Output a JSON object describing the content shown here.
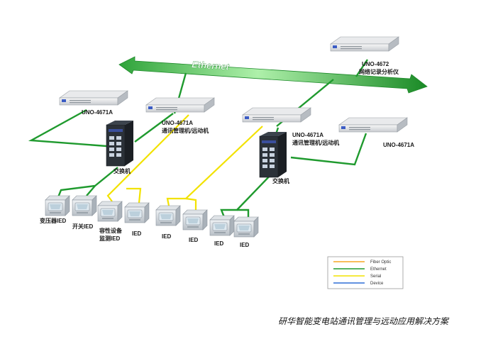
{
  "ethernet_label": "Ethernet",
  "servers": {
    "uno4672": {
      "model": "UNO-4672",
      "role": "网络记录分析仪"
    },
    "uno4671a_left": {
      "model": "UNO-4671A"
    },
    "uno4671a_mgmt1": {
      "model": "UNO-4671A",
      "role": "通讯管理机/远动机"
    },
    "uno4671a_mgmt2": {
      "model": "UNO-4671A",
      "role": "通讯管理机/远动机"
    },
    "uno4671a_right": {
      "model": "UNO-4671A"
    }
  },
  "switches": {
    "left": "交换机",
    "right": "交换机"
  },
  "ieds": [
    {
      "label": "变压器IED"
    },
    {
      "label": "开关IED"
    },
    {
      "label_line1": "容性设备",
      "label_line2": "监测IED"
    },
    {
      "label": "IED"
    },
    {
      "label": "IED"
    },
    {
      "label": "IED"
    },
    {
      "label": "IED"
    },
    {
      "label": "IED"
    }
  ],
  "legend": [
    {
      "label": "Fiber Optic",
      "color": "#f5a623"
    },
    {
      "label": "Ethernet",
      "color": "#1f9a2e"
    },
    {
      "label": "Serial",
      "color": "#f2e200"
    },
    {
      "label": "Device",
      "color": "#2f6fd6"
    }
  ],
  "caption": "研华智能变电站通讯管理与远动应用解决方案",
  "colors": {
    "ethernet": "#1f9a2e",
    "serial": "#f2e200",
    "backbone_dark": "#1e8a2a",
    "backbone_light": "#9be39a"
  }
}
